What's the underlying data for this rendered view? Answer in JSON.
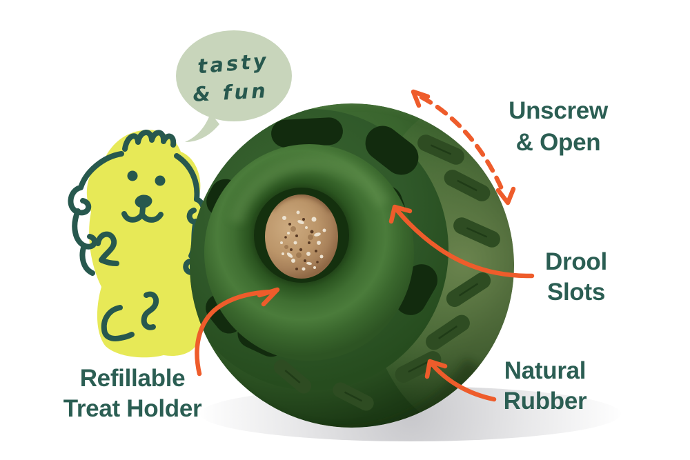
{
  "scene": {
    "type": "product-feature-infographic",
    "background": "#ffffff"
  },
  "bubble": {
    "line1": "tasty",
    "line2": "& fun"
  },
  "labels": {
    "unscrew": {
      "line1": "Unscrew",
      "line2": "& Open"
    },
    "drool": {
      "line1": "Drool",
      "line2": "Slots"
    },
    "natural": {
      "line1": "Natural",
      "line2": "Rubber"
    },
    "refillable": {
      "line1": "Refillable",
      "line2": "Treat Holder"
    }
  },
  "colors": {
    "label_text": "#2b5e53",
    "accent_orange": "#ee5c2b",
    "bubble_fill": "#c8d5bb",
    "handwriting": "#27584e",
    "dog_yellow": "#e7e957",
    "dog_line": "#27584e",
    "ball_green_dark": "#2b5122",
    "ball_green_mid": "#3a652e",
    "ball_olive_side": "#5e7a48",
    "treat_tan": "#bb9569",
    "slot_dark": "#122b0e",
    "shadow": "#bdbdc4"
  },
  "icons": {
    "speech_bubble": "speech-bubble",
    "dog": "doodle-dog-illustration",
    "ball": "treat-ball-photo",
    "unscrew_arrow": "dashed-curved-arrow",
    "drool_arrow": "curved-arrow",
    "refillable_arrow": "curved-arrow",
    "natural_arrow": "curved-arrow"
  }
}
